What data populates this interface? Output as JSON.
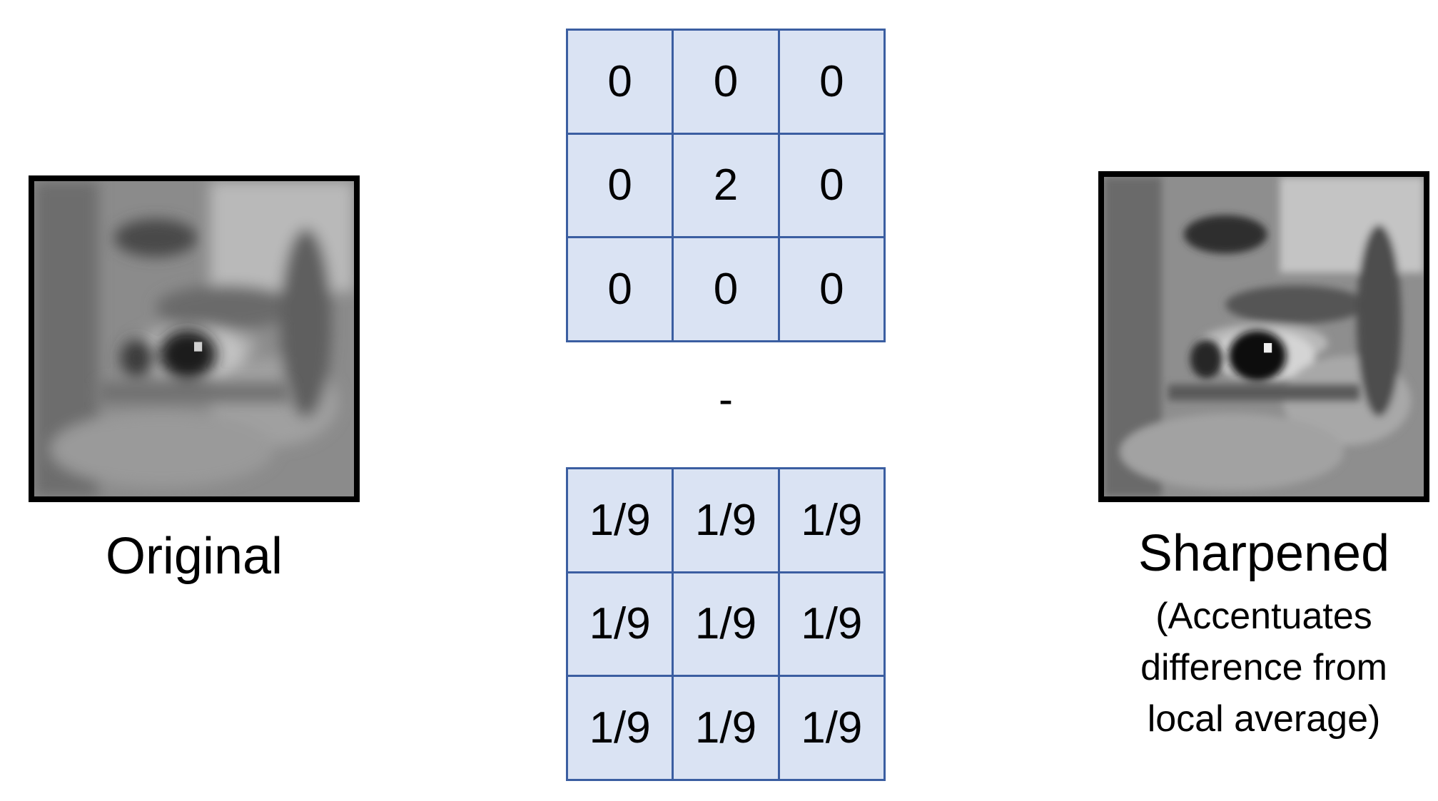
{
  "original": {
    "caption": "Original"
  },
  "kernel_identity": {
    "cells": [
      "0",
      "0",
      "0",
      "0",
      "2",
      "0",
      "0",
      "0",
      "0"
    ]
  },
  "operator": "-",
  "kernel_box": {
    "cells": [
      "1/9",
      "1/9",
      "1/9",
      "1/9",
      "1/9",
      "1/9",
      "1/9",
      "1/9",
      "1/9"
    ]
  },
  "sharpened": {
    "caption": "Sharpened",
    "description_lines": [
      "(Accentuates",
      "difference from",
      "local average)"
    ]
  }
}
